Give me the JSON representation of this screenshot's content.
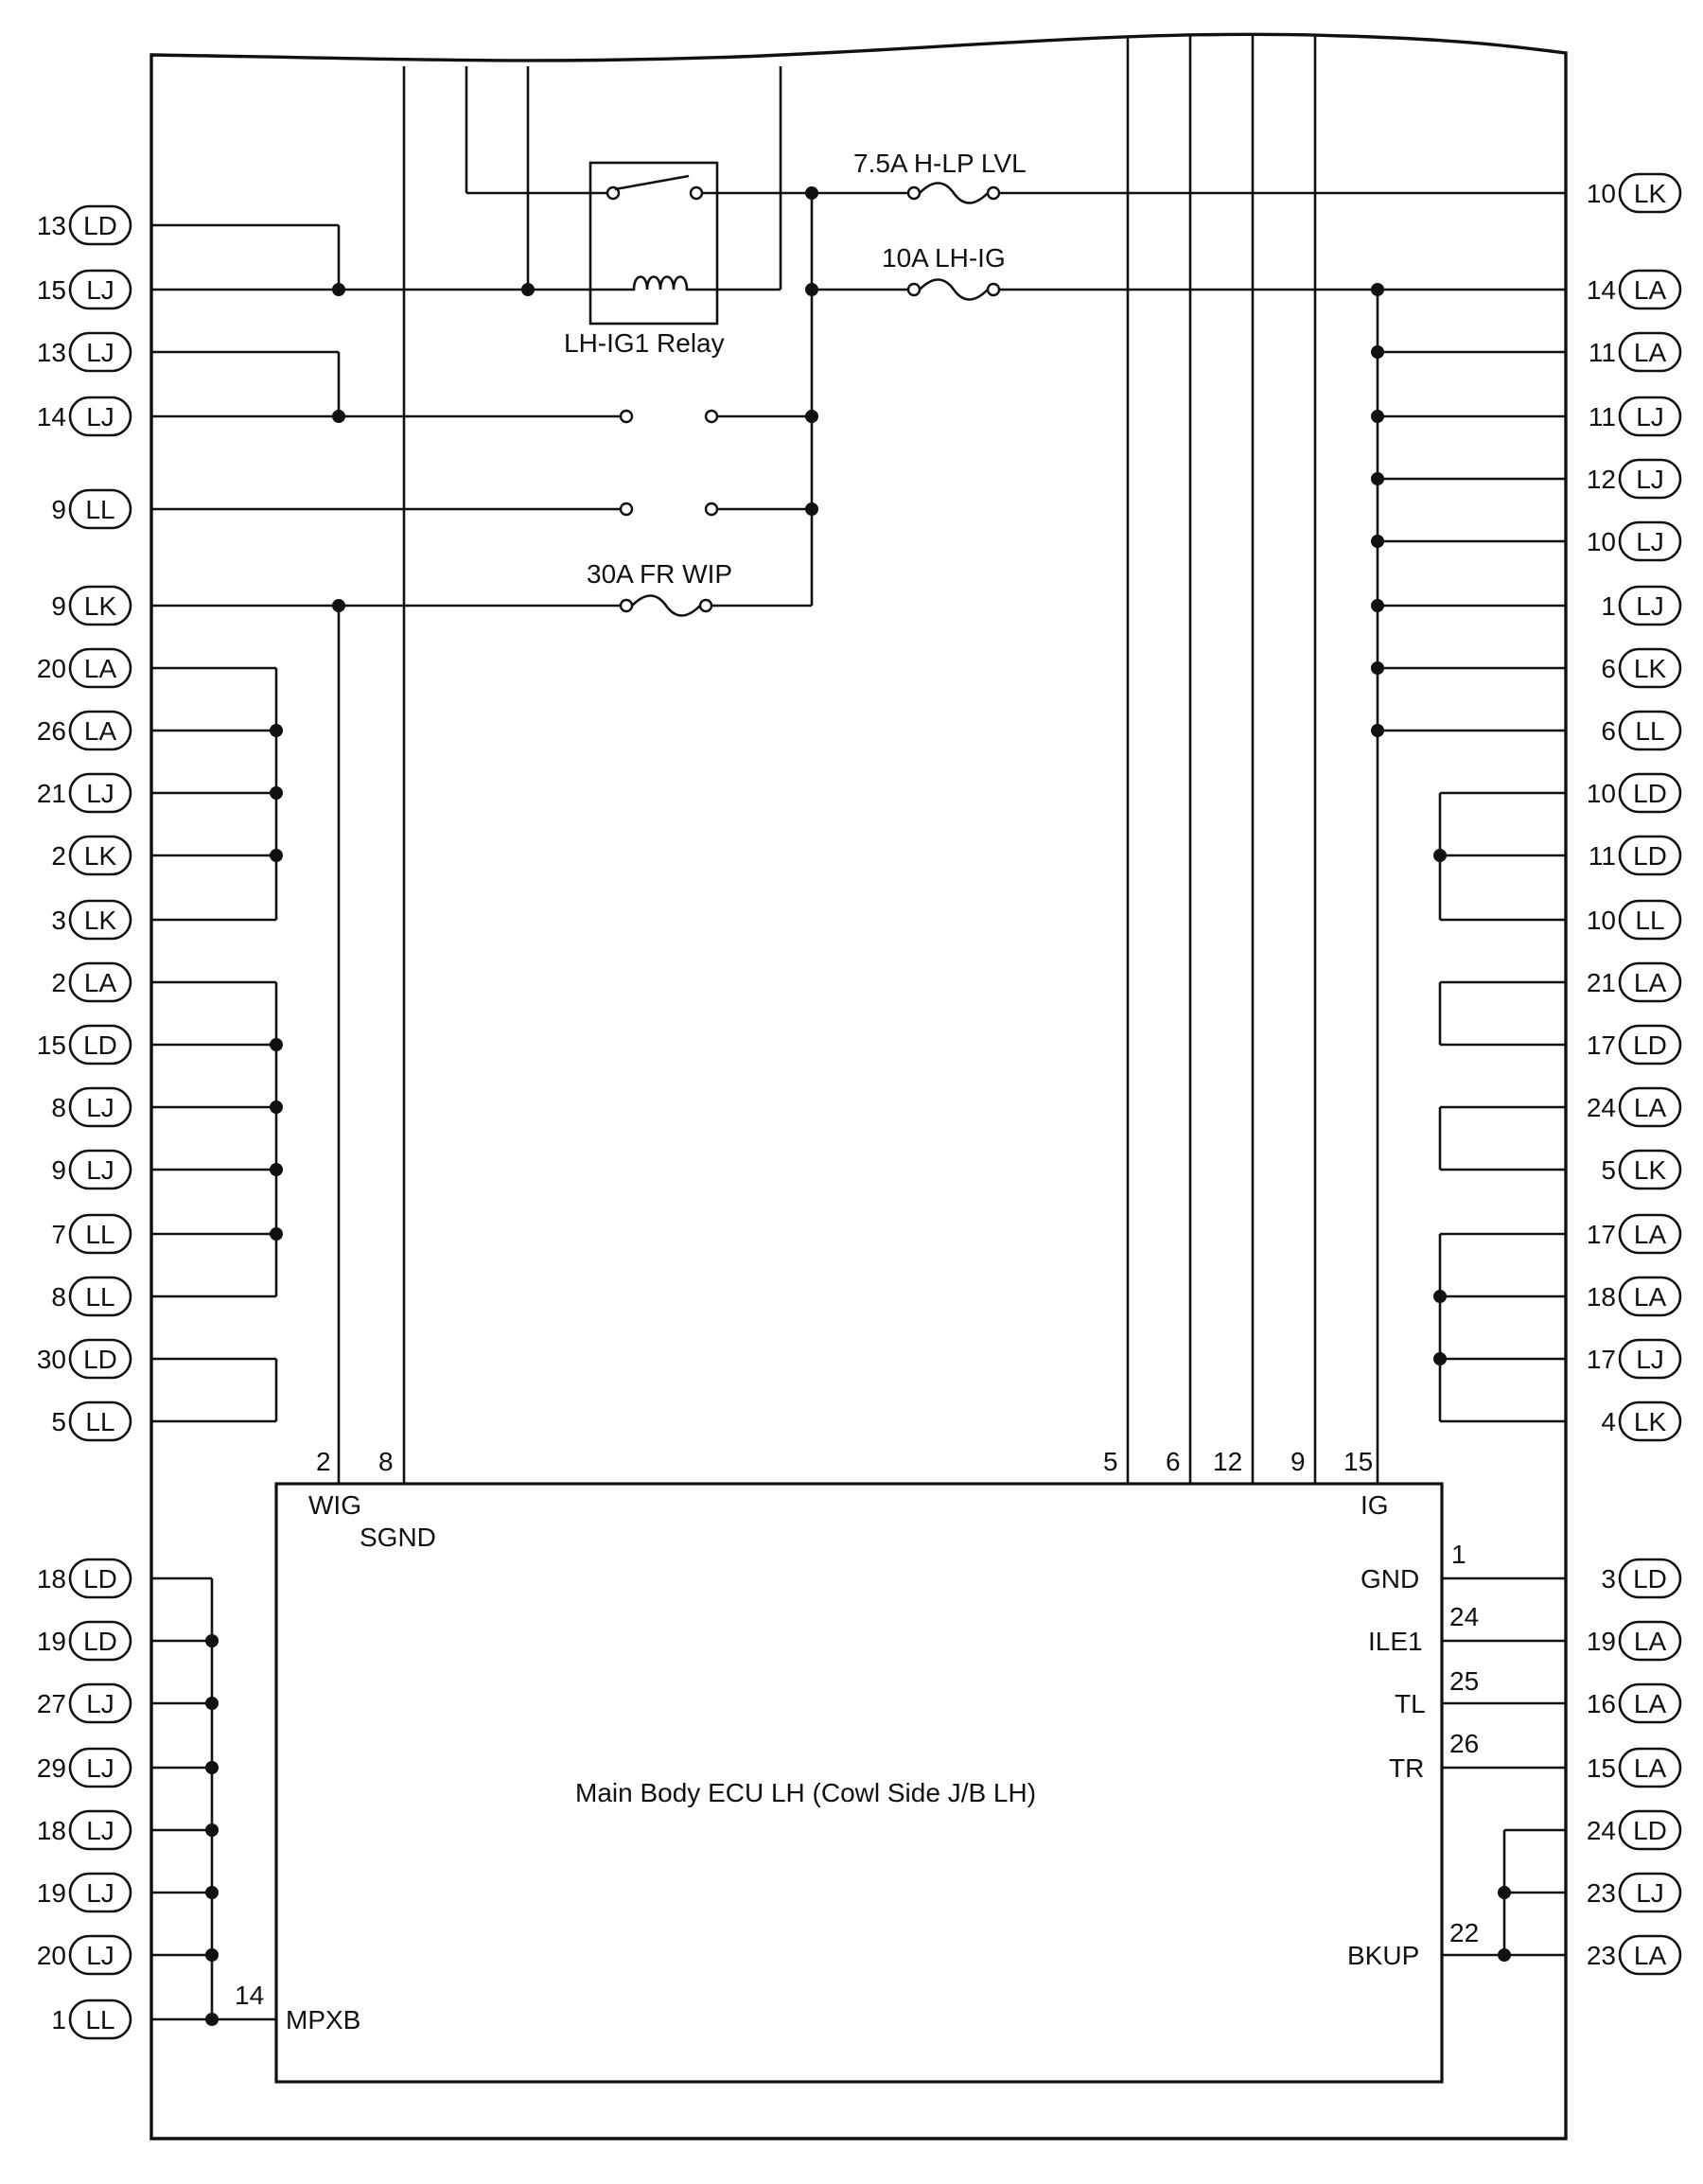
{
  "left_connectors": [
    {
      "pin": "13",
      "code": "LD"
    },
    {
      "pin": "15",
      "code": "LJ"
    },
    {
      "pin": "13",
      "code": "LJ"
    },
    {
      "pin": "14",
      "code": "LJ"
    },
    {
      "pin": "9",
      "code": "LL"
    },
    {
      "pin": "9",
      "code": "LK"
    },
    {
      "pin": "20",
      "code": "LA"
    },
    {
      "pin": "26",
      "code": "LA"
    },
    {
      "pin": "21",
      "code": "LJ"
    },
    {
      "pin": "2",
      "code": "LK"
    },
    {
      "pin": "3",
      "code": "LK"
    },
    {
      "pin": "2",
      "code": "LA"
    },
    {
      "pin": "15",
      "code": "LD"
    },
    {
      "pin": "8",
      "code": "LJ"
    },
    {
      "pin": "9",
      "code": "LJ"
    },
    {
      "pin": "7",
      "code": "LL"
    },
    {
      "pin": "8",
      "code": "LL"
    },
    {
      "pin": "30",
      "code": "LD"
    },
    {
      "pin": "5",
      "code": "LL"
    },
    {
      "pin": "18",
      "code": "LD"
    },
    {
      "pin": "19",
      "code": "LD"
    },
    {
      "pin": "27",
      "code": "LJ"
    },
    {
      "pin": "29",
      "code": "LJ"
    },
    {
      "pin": "18",
      "code": "LJ"
    },
    {
      "pin": "19",
      "code": "LJ"
    },
    {
      "pin": "20",
      "code": "LJ"
    },
    {
      "pin": "1",
      "code": "LL"
    }
  ],
  "right_connectors": [
    {
      "pin": "10",
      "code": "LK"
    },
    {
      "pin": "14",
      "code": "LA"
    },
    {
      "pin": "11",
      "code": "LA"
    },
    {
      "pin": "11",
      "code": "LJ"
    },
    {
      "pin": "12",
      "code": "LJ"
    },
    {
      "pin": "10",
      "code": "LJ"
    },
    {
      "pin": "1",
      "code": "LJ"
    },
    {
      "pin": "6",
      "code": "LK"
    },
    {
      "pin": "6",
      "code": "LL"
    },
    {
      "pin": "10",
      "code": "LD"
    },
    {
      "pin": "11",
      "code": "LD"
    },
    {
      "pin": "10",
      "code": "LL"
    },
    {
      "pin": "21",
      "code": "LA"
    },
    {
      "pin": "17",
      "code": "LD"
    },
    {
      "pin": "24",
      "code": "LA"
    },
    {
      "pin": "5",
      "code": "LK"
    },
    {
      "pin": "17",
      "code": "LA"
    },
    {
      "pin": "18",
      "code": "LA"
    },
    {
      "pin": "17",
      "code": "LJ"
    },
    {
      "pin": "4",
      "code": "LK"
    },
    {
      "pin": "3",
      "code": "LD"
    },
    {
      "pin": "19",
      "code": "LA"
    },
    {
      "pin": "16",
      "code": "LA"
    },
    {
      "pin": "15",
      "code": "LA"
    },
    {
      "pin": "24",
      "code": "LD"
    },
    {
      "pin": "23",
      "code": "LJ"
    },
    {
      "pin": "23",
      "code": "LA"
    }
  ],
  "fuses": {
    "hlp_lvl": "7.5A H-LP LVL",
    "lh_ig": "10A LH-IG",
    "fr_wip": "30A FR WIP"
  },
  "relay": {
    "label": "LH-IG1 Relay"
  },
  "ecu": {
    "name": "Main Body ECU LH (Cowl Side J/B LH)",
    "terminals": {
      "wig": "WIG",
      "sgnd": "SGND",
      "ig": "IG",
      "gnd": "GND",
      "ile1": "ILE1",
      "tl": "TL",
      "tr": "TR",
      "bkup": "BKUP",
      "mpxb": "MPXB"
    },
    "top_pins": {
      "wig": "2",
      "sgnd": "8",
      "p5": "5",
      "p6": "6",
      "p12": "12",
      "p9": "9",
      "ig": "15"
    },
    "right_pins": {
      "gnd": "1",
      "ile1": "24",
      "tl": "25",
      "tr": "26",
      "bkup": "22"
    },
    "left_pins": {
      "mpxb": "14"
    }
  }
}
